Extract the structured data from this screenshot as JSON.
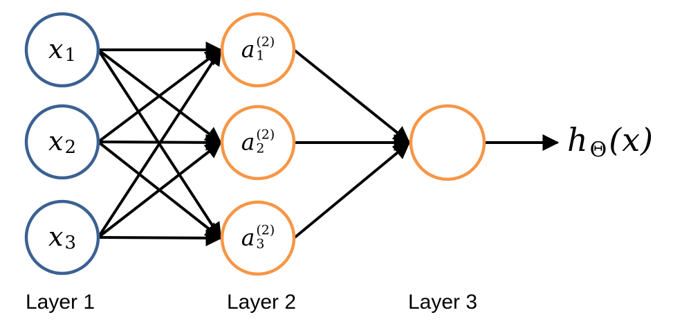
{
  "diagram": {
    "type": "neural-network",
    "nodes": {
      "input": [
        {
          "base": "x",
          "sub": "1"
        },
        {
          "base": "x",
          "sub": "2"
        },
        {
          "base": "x",
          "sub": "3"
        }
      ],
      "hidden": [
        {
          "base": "a",
          "sub": "1",
          "sup": "(2)"
        },
        {
          "base": "a",
          "sub": "2",
          "sup": "(2)"
        },
        {
          "base": "a",
          "sub": "3",
          "sup": "(2)"
        }
      ],
      "output": {
        "label": ""
      }
    },
    "output_label": {
      "base": "h",
      "sub": "Θ",
      "rest": "(x)"
    },
    "layer_labels": [
      "Layer 1",
      "Layer 2",
      "Layer 3"
    ]
  },
  "colors": {
    "input_stroke": "#3b6192",
    "hidden_stroke": "#f79646",
    "edge_color": "#000000",
    "text_color": "#000000",
    "bg_color": "#ffffff"
  }
}
